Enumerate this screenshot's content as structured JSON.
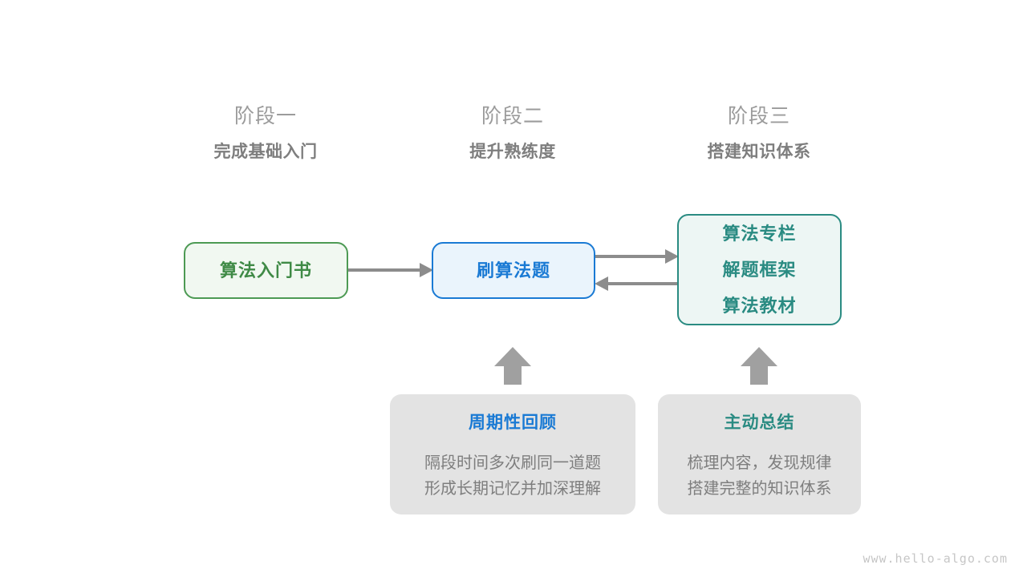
{
  "page": {
    "background_color": "#ffffff",
    "watermark": "www.hello-algo.com"
  },
  "stages": [
    {
      "title": "阶段一",
      "subtitle": "完成基础入门"
    },
    {
      "title": "阶段二",
      "subtitle": "提升熟练度"
    },
    {
      "title": "阶段三",
      "subtitle": "搭建知识体系"
    }
  ],
  "nodes": {
    "book": {
      "lines": [
        "算法入门书"
      ],
      "border_color": "#4d9a54",
      "fill_color": "#f1f8f1",
      "text_color": "#3f8a46"
    },
    "practice": {
      "lines": [
        "刷算法题"
      ],
      "border_color": "#1a7ad4",
      "fill_color": "#eaf4fc",
      "text_color": "#1a7ad4"
    },
    "knowledge": {
      "lines": [
        "算法专栏",
        "解题框架",
        "算法教材"
      ],
      "border_color": "#2a8b82",
      "fill_color": "#edf6f4",
      "text_color": "#2a8b82"
    }
  },
  "notes": [
    {
      "title": "周期性回顾",
      "title_color": "#1a7ad4",
      "body_lines": [
        "隔段时间多次刷同一道题",
        "形成长期记忆并加深理解"
      ],
      "fill_color": "#e3e3e3"
    },
    {
      "title": "主动总结",
      "title_color": "#2a8b82",
      "body_lines": [
        "梳理内容，发现规律",
        "搭建完整的知识体系"
      ],
      "fill_color": "#e3e3e3"
    }
  ],
  "connectors": {
    "arrow_color": "#8c8c8c",
    "items": [
      {
        "name": "book-to-practice",
        "direction": "right"
      },
      {
        "name": "practice-to-knowledge",
        "direction": "right"
      },
      {
        "name": "knowledge-to-practice",
        "direction": "left"
      },
      {
        "name": "review-to-practice",
        "direction": "up"
      },
      {
        "name": "summary-to-knowledge",
        "direction": "up"
      }
    ]
  }
}
